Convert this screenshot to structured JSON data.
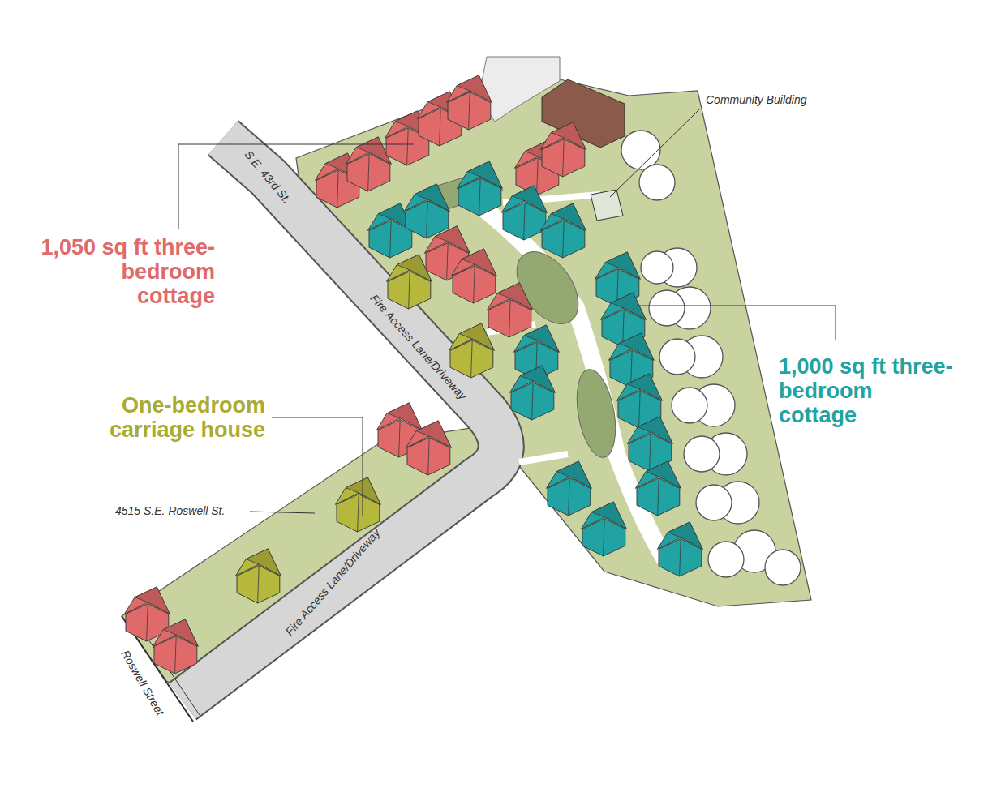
{
  "diagram": {
    "labels": [
      "1,050 sq ft three-bedroom cottage",
      "Community Building",
      "S.E. 43rd St.",
      "Fire Access Lane/Driveway",
      "1,000 sq ft three-bedroom cottage",
      "One-bedroom carriage house",
      "4515 S.E. Roswell St.",
      "Fire Access Lane/Driveway",
      "Roswell Street"
    ]
  }
}
